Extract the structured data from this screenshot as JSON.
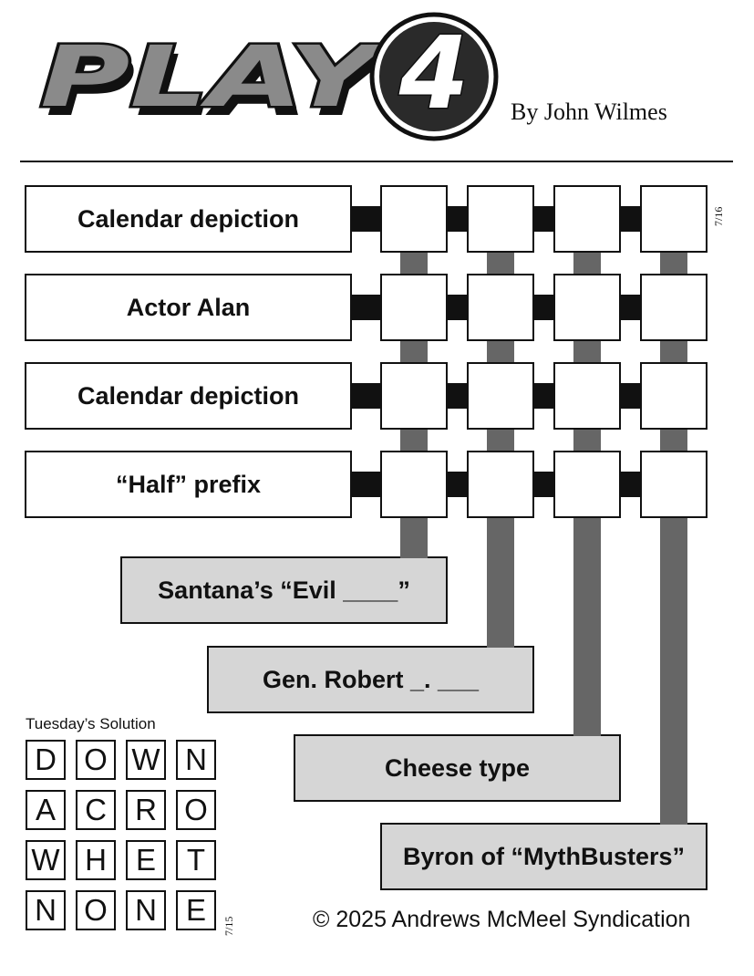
{
  "header": {
    "logo_text": "PLAY",
    "logo_number": "4",
    "byline": "By John Wilmes",
    "date_tag": "7/16"
  },
  "puzzle": {
    "across_clues": [
      "Calendar depiction",
      "Actor Alan",
      "Calendar depiction",
      "“Half” prefix"
    ],
    "down_clues": [
      "Santana’s “Evil ____”",
      "Gen. Robert _. ___",
      "Cheese type",
      "Byron of “MythBusters”"
    ]
  },
  "solution": {
    "title": "Tuesday’s Solution",
    "grid": [
      [
        "D",
        "O",
        "W",
        "N"
      ],
      [
        "A",
        "C",
        "R",
        "O"
      ],
      [
        "W",
        "H",
        "E",
        "T"
      ],
      [
        "N",
        "O",
        "N",
        "E"
      ]
    ],
    "date_tag": "7/15"
  },
  "footer": {
    "copyright": "© 2025 Andrews McMeel Syndication"
  }
}
